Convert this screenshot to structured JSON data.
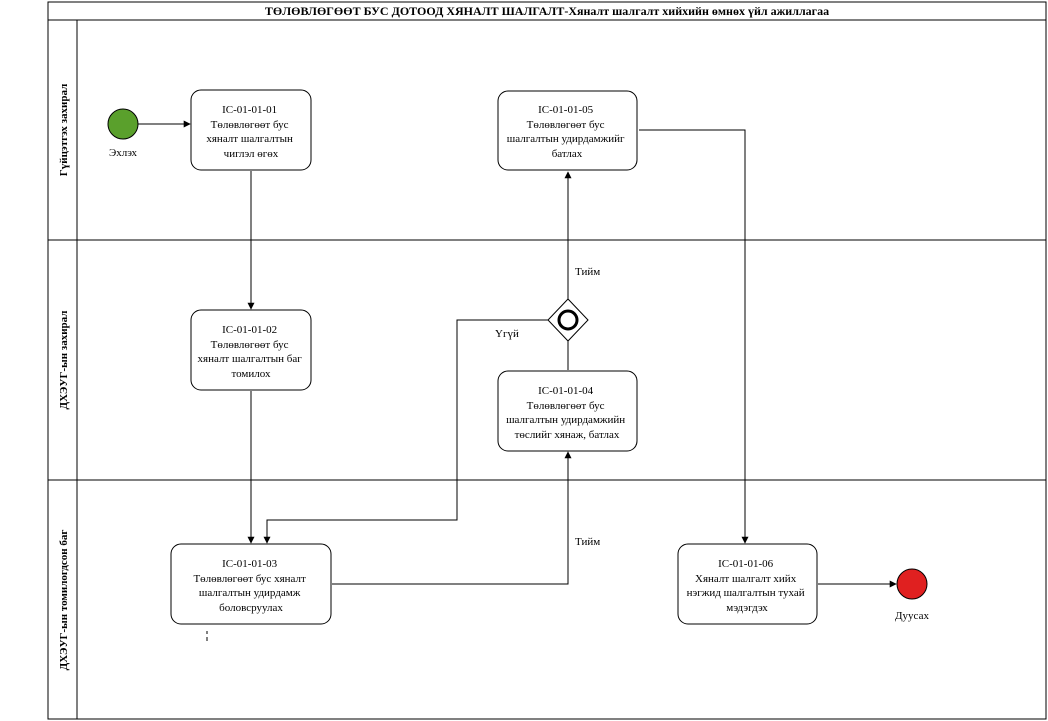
{
  "title": "ТӨЛӨВЛӨГӨӨТ БУС ДОТООД ХЯНАЛТ ШАЛГАЛТ-Хяналт шалгалт хийхийн өмнөх үйл ажиллагаа",
  "lanes": [
    {
      "label": "Гүйцэтгэх захирал"
    },
    {
      "label": "ДХЭУГ-ын захирал"
    },
    {
      "label": "ДХЭУГ-ын томилогдсон баг"
    }
  ],
  "events": {
    "start_label": "Эхлэх",
    "end_label": "Дуусах"
  },
  "tasks": [
    {
      "id": "IC-01-01-01",
      "lines": [
        "Төлөвлөгөөт бус",
        "хяналт шалгалтын",
        "чиглэл өгөх"
      ]
    },
    {
      "id": "IC-01-01-02",
      "lines": [
        "Төлөвлөгөөт бус",
        "хяналт шалгалтын баг",
        "томилох"
      ]
    },
    {
      "id": "IC-01-01-03",
      "lines": [
        "Төлөвлөгөөт бус хяналт",
        "шалгалтын удирдамж",
        "боловсруулах"
      ]
    },
    {
      "id": "IC-01-01-04",
      "lines": [
        "Төлөвлөгөөт бус",
        "шалгалтын удирдамжийн",
        "төслийг хянаж, батлах"
      ]
    },
    {
      "id": "IC-01-01-05",
      "lines": [
        "Төлөвлөгөөт  бус",
        "шалгалтын удирдамжийг",
        "батлах"
      ]
    },
    {
      "id": "IC-01-01-06",
      "lines": [
        "Хяналт шалгалт хийх",
        "нэгжид шалгалтын тухай",
        "мэдэгдэх"
      ]
    }
  ],
  "flow_labels": {
    "yes_top": "Тийм",
    "no": "Үгүй",
    "yes_bottom": "Тийм"
  },
  "colors": {
    "start_fill": "#5aa02c",
    "end_fill": "#e02020",
    "line": "#000000"
  }
}
